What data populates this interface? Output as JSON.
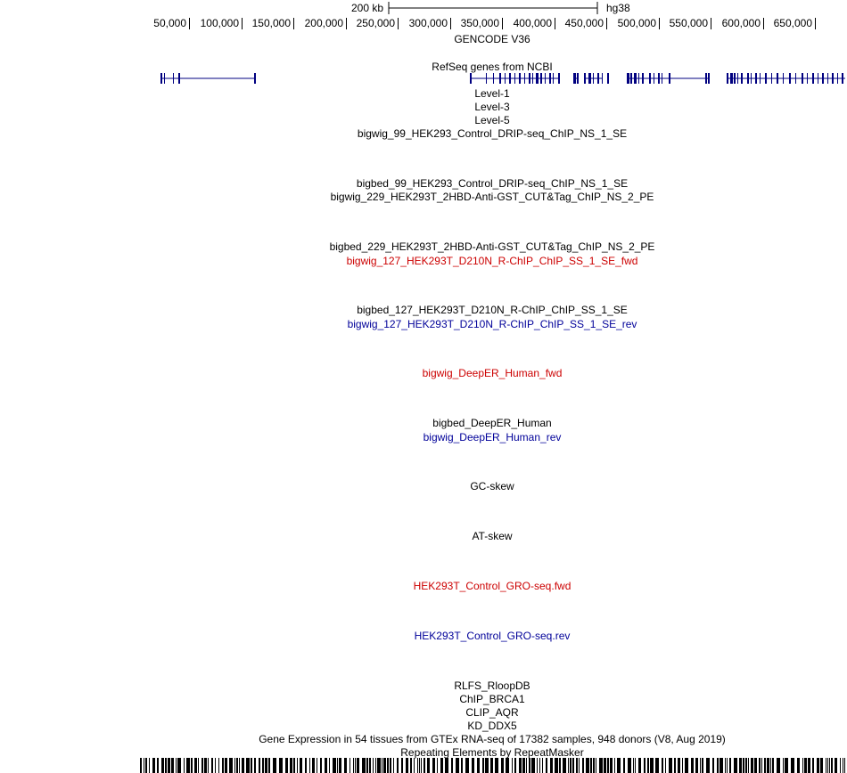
{
  "browser": {
    "scale_label": "200 kb",
    "assembly": "hg38",
    "ticks": [
      "50,000",
      "100,000",
      "150,000",
      "200,000",
      "250,000",
      "300,000",
      "350,000",
      "400,000",
      "450,000",
      "500,000",
      "550,000",
      "600,000",
      "650,000"
    ]
  },
  "tracks": [
    {
      "label": "GENCODE V36",
      "color": "#000000"
    },
    {
      "label": "RefSeq genes from NCBI",
      "color": "#000000"
    },
    {
      "label": "Level-1",
      "color": "#000000"
    },
    {
      "label": "Level-3",
      "color": "#000000"
    },
    {
      "label": "Level-5",
      "color": "#000000"
    },
    {
      "label": "bigwig_99_HEK293_Control_DRIP-seq_ChIP_NS_1_SE",
      "color": "#000000"
    },
    {
      "label": "bigbed_99_HEK293_Control_DRIP-seq_ChIP_NS_1_SE",
      "color": "#000000"
    },
    {
      "label": "bigwig_229_HEK293T_2HBD-Anti-GST_CUT&Tag_ChIP_NS_2_PE",
      "color": "#000000"
    },
    {
      "label": "bigbed_229_HEK293T_2HBD-Anti-GST_CUT&Tag_ChIP_NS_2_PE",
      "color": "#000000"
    },
    {
      "label": "bigwig_127_HEK293T_D210N_R-ChIP_ChIP_SS_1_SE_fwd",
      "color": "#cc0000"
    },
    {
      "label": "bigbed_127_HEK293T_D210N_R-ChIP_ChIP_SS_1_SE",
      "color": "#000000"
    },
    {
      "label": "bigwig_127_HEK293T_D210N_R-ChIP_ChIP_SS_1_SE_rev",
      "color": "#000099"
    },
    {
      "label": "bigwig_DeepER_Human_fwd",
      "color": "#cc0000"
    },
    {
      "label": "bigbed_DeepER_Human",
      "color": "#000000"
    },
    {
      "label": "bigwig_DeepER_Human_rev",
      "color": "#000099"
    },
    {
      "label": "GC-skew",
      "color": "#000000"
    },
    {
      "label": "AT-skew",
      "color": "#000000"
    },
    {
      "label": "HEK293T_Control_GRO-seq.fwd",
      "color": "#cc0000"
    },
    {
      "label": "HEK293T_Control_GRO-seq.rev",
      "color": "#000099"
    },
    {
      "label": "RLFS_RloopDB",
      "color": "#000000"
    },
    {
      "label": "ChIP_BRCA1",
      "color": "#000000"
    },
    {
      "label": "CLIP_AQR",
      "color": "#000000"
    },
    {
      "label": "KD_DDX5",
      "color": "#000000"
    },
    {
      "label": "Gene Expression in 54 tissues from GTEx RNA-seq of 17382 samples, 948 donors (V8, Aug 2019)",
      "color": "#000000"
    },
    {
      "label": "Repeating Elements by RepeatMasker",
      "color": "#000000"
    }
  ],
  "colors": {
    "gene": "#000080",
    "plus_strand": "#cc0000",
    "minus_strand": "#000099"
  }
}
